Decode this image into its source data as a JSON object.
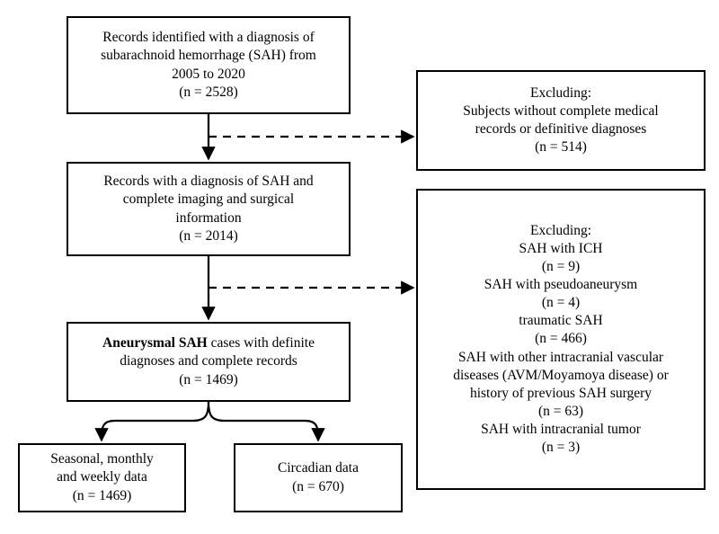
{
  "diagram": {
    "type": "flowchart",
    "title": "SAH study population selection flow diagram",
    "colors": {
      "border": "#000000",
      "background": "#ffffff",
      "text": "#000000"
    },
    "nodes": {
      "identified": {
        "name": "records-identified",
        "lines": [
          "Records identified with a diagnosis of",
          "subarachnoid hemorrhage (SAH) from",
          "2005 to 2020",
          "(n = 2528)"
        ],
        "count": 2528
      },
      "complete": {
        "name": "records-complete-information",
        "lines": [
          "Records with a diagnosis of SAH and",
          "complete imaging and surgical",
          "information",
          "(n = 2014)"
        ],
        "count": 2014
      },
      "aneurysmal": {
        "name": "aneurysmal-sah-cases",
        "bold_prefix": "Aneurysmal SAH",
        "line1_rest": " cases with definite",
        "lines_rest": [
          "diagnoses and complete records",
          "(n = 1469)"
        ],
        "count": 1469
      },
      "seasonal": {
        "name": "seasonal-monthly-weekly-data",
        "lines": [
          "Seasonal, monthly",
          "and weekly data",
          "(n = 1469)"
        ],
        "count": 1469
      },
      "circadian": {
        "name": "circadian-data",
        "lines": [
          "Circadian data",
          "(n = 670)"
        ],
        "count": 670
      },
      "exclusion_1": {
        "name": "exclusion-incomplete-records",
        "heading": "Excluding:",
        "lines": [
          "Subjects without complete medical",
          "records or definitive diagnoses",
          "(n = 514)"
        ],
        "count": 514
      },
      "exclusion_2": {
        "name": "exclusion-non-aneurysmal",
        "heading": "Excluding:",
        "items": [
          {
            "label": "SAH with ICH",
            "count_label": "(n = 9)",
            "count": 9
          },
          {
            "label": "SAH with pseudoaneurysm",
            "count_label": "(n = 4)",
            "count": 4
          },
          {
            "label": "traumatic SAH",
            "count_label": "(n = 466)",
            "count": 466
          },
          {
            "label": "SAH with other intracranial vascular diseases (AVM/Moyamoya disease) or history of previous SAH surgery",
            "count_label": "(n = 63)",
            "count": 63
          },
          {
            "label": "SAH with intracranial tumor",
            "count_label": "(n = 3)",
            "count": 3
          }
        ],
        "wrapped_lines": [
          "SAH with other intracranial vascular",
          "diseases (AVM/Moyamoya disease) or",
          "history of previous SAH surgery"
        ]
      }
    },
    "connectors": [
      {
        "name": "identified-to-complete",
        "style": "solid",
        "direction": "down"
      },
      {
        "name": "identified-to-exclusion-1",
        "style": "dashed",
        "direction": "right"
      },
      {
        "name": "complete-to-aneurysmal",
        "style": "solid",
        "direction": "down"
      },
      {
        "name": "complete-to-exclusion-2",
        "style": "dashed",
        "direction": "right"
      },
      {
        "name": "aneurysmal-to-seasonal",
        "style": "solid",
        "direction": "down-left-curved"
      },
      {
        "name": "aneurysmal-to-circadian",
        "style": "solid",
        "direction": "down-right-curved"
      }
    ]
  }
}
